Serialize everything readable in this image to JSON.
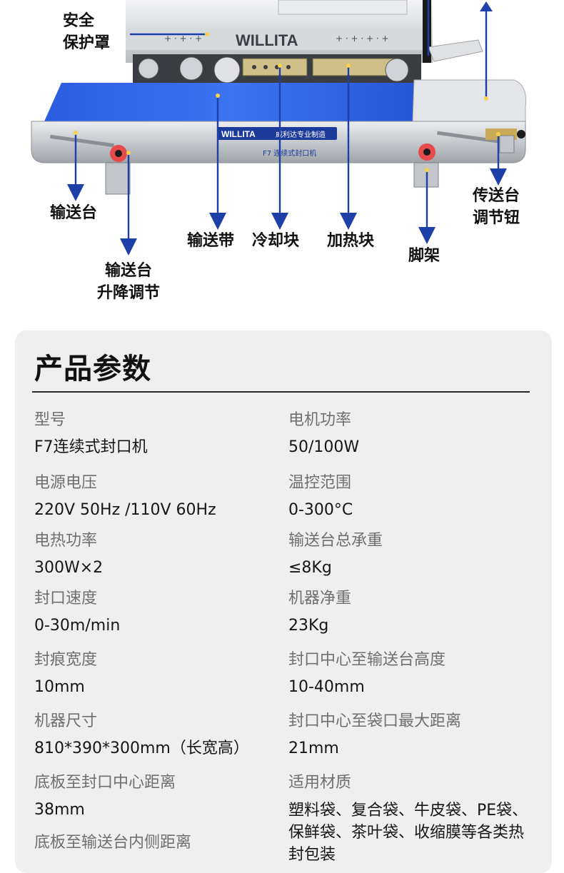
{
  "machine": {
    "brand_logo": "WILLITA",
    "brand_tag": "威利达专业制造",
    "model_label": "F7 连续式封口机"
  },
  "callouts": {
    "safety_cover": [
      "安全",
      "保护罩"
    ],
    "conveyor_table": "输送台",
    "conveyor_belt": "输送带",
    "cooling_block": "冷却块",
    "heating_block": "加热块",
    "foot_stand": "脚架",
    "table_lift": [
      "输送台",
      "升降调节"
    ],
    "conveyor_knob": [
      "传送台",
      "调节钮"
    ]
  },
  "specs": {
    "title": "产品参数",
    "items": [
      {
        "label": "型号",
        "value": "F7连续式封口机"
      },
      {
        "label": "电机功率",
        "value": "50/100W"
      },
      {
        "label": "电源电压",
        "value": "220V  50Hz /110V  60Hz"
      },
      {
        "label": "温控范围",
        "value": "0-300°C"
      },
      {
        "label": "电热功率",
        "value": "300W×2"
      },
      {
        "label": "输送台总承重",
        "value": "≤8Kg"
      },
      {
        "label": "封口速度",
        "value": "0-30m/min"
      },
      {
        "label": "机器净重",
        "value": "23Kg"
      },
      {
        "label": "封痕宽度",
        "value": "10mm"
      },
      {
        "label": "封口中心至输送台高度",
        "value": "10-40mm"
      },
      {
        "label": "机器尺寸",
        "value": "810*390*300mm（长宽高）"
      },
      {
        "label": "封口中心至袋口最大距离",
        "value": "21mm"
      },
      {
        "label": "底板至封口中心距离",
        "value": "38mm"
      },
      {
        "label": "适用材质",
        "value": "塑料袋、复合袋、牛皮袋、PE袋、保鲜袋、茶叶袋、收缩膜等各类热封包装"
      },
      {
        "label": "底板至输送台内侧距离",
        "value": ""
      }
    ]
  },
  "colors": {
    "belt_blue": "#2f63e8",
    "arrow_blue": "#1d3fa8",
    "steel": "#c9ccd0",
    "card_bg": "#efefef"
  }
}
